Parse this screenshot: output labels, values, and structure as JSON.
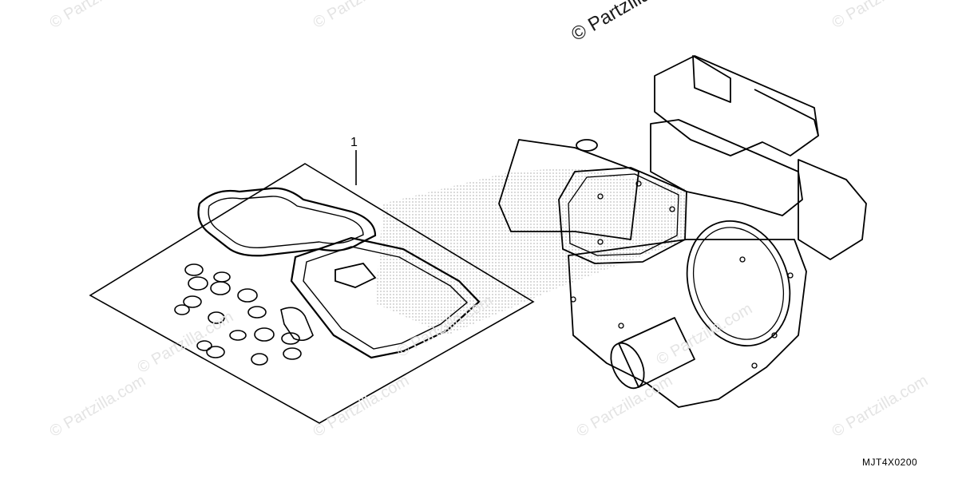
{
  "watermark_text": "© Partzilla.com",
  "watermark_text_strong": "© Partzilla",
  "callout_number": "1",
  "part_code": "MJT4X0200",
  "icons": [
    "gasket-kit-icon",
    "engine-block-icon"
  ],
  "colors": {
    "line": "#000000",
    "watermark": "#e4e4e4",
    "stipple": "#9a9a9a"
  }
}
